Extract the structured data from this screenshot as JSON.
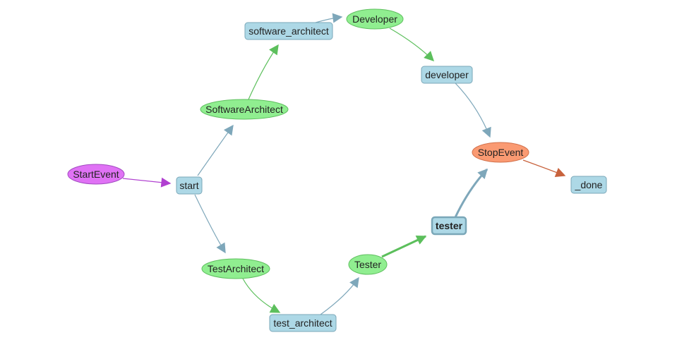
{
  "colors": {
    "step_fill": "#add8e6",
    "step_stroke": "#7aa7b8",
    "event_fill": "#90ee90",
    "event_stroke": "#5fbf5f",
    "start_fill": "#e072f5",
    "start_stroke": "#a14bc0",
    "stop_fill": "#fa9a72",
    "stop_stroke": "#d2704a",
    "edge_blue": "#7ea7ba",
    "edge_green": "#5cbf5c",
    "edge_purple": "#b040d0",
    "edge_orange": "#c8623c"
  },
  "nodes": [
    {
      "id": "start_event",
      "label": "StartEvent",
      "kind": "start"
    },
    {
      "id": "start",
      "label": "start",
      "kind": "step"
    },
    {
      "id": "software_architect_evt",
      "label": "SoftwareArchitect",
      "kind": "event"
    },
    {
      "id": "software_architect",
      "label": "software_architect",
      "kind": "step"
    },
    {
      "id": "developer_evt",
      "label": "Developer",
      "kind": "event"
    },
    {
      "id": "developer",
      "label": "developer",
      "kind": "step"
    },
    {
      "id": "stop_event",
      "label": "StopEvent",
      "kind": "stop"
    },
    {
      "id": "done",
      "label": "_done",
      "kind": "step"
    },
    {
      "id": "test_architect_evt",
      "label": "TestArchitect",
      "kind": "event"
    },
    {
      "id": "test_architect",
      "label": "test_architect",
      "kind": "step"
    },
    {
      "id": "tester_evt",
      "label": "Tester",
      "kind": "event"
    },
    {
      "id": "tester",
      "label": "tester",
      "kind": "step",
      "highlight": true
    }
  ],
  "edges": [
    {
      "from": "start_event",
      "to": "start",
      "color": "edge_purple"
    },
    {
      "from": "start",
      "to": "software_architect_evt",
      "color": "edge_blue"
    },
    {
      "from": "software_architect_evt",
      "to": "software_architect",
      "color": "edge_green"
    },
    {
      "from": "software_architect",
      "to": "developer_evt",
      "color": "edge_blue"
    },
    {
      "from": "developer_evt",
      "to": "developer",
      "color": "edge_green"
    },
    {
      "from": "developer",
      "to": "stop_event",
      "color": "edge_blue"
    },
    {
      "from": "stop_event",
      "to": "done",
      "color": "edge_orange"
    },
    {
      "from": "start",
      "to": "test_architect_evt",
      "color": "edge_blue"
    },
    {
      "from": "test_architect_evt",
      "to": "test_architect",
      "color": "edge_green"
    },
    {
      "from": "test_architect",
      "to": "tester_evt",
      "color": "edge_blue"
    },
    {
      "from": "tester_evt",
      "to": "tester",
      "color": "edge_green",
      "emphasis": true
    },
    {
      "from": "tester",
      "to": "stop_event",
      "color": "edge_blue",
      "emphasis": true
    }
  ]
}
